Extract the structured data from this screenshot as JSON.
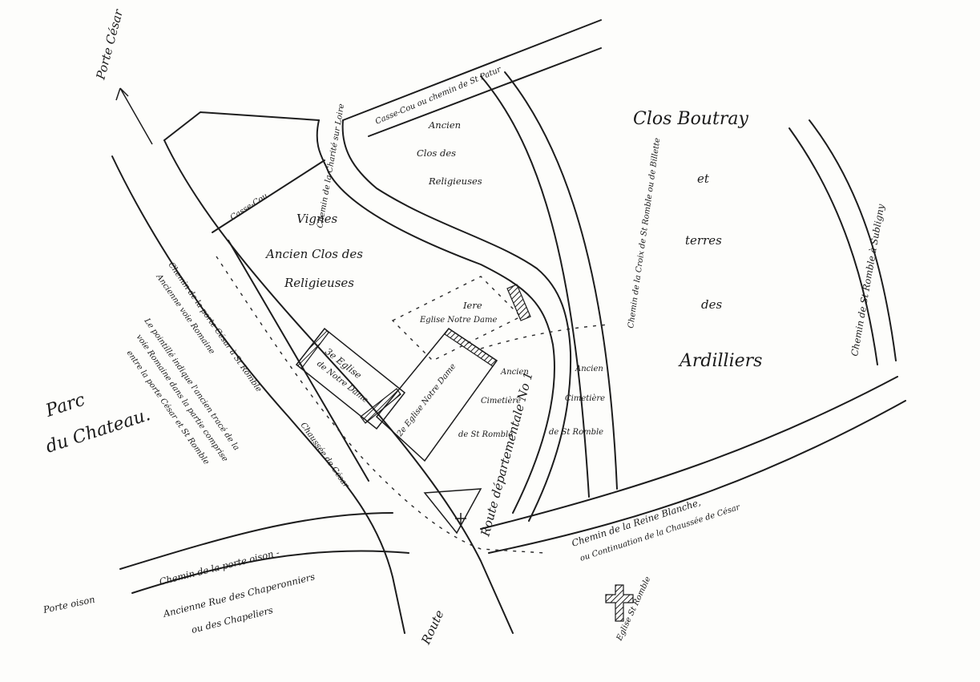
{
  "map": {
    "labels": {
      "porte_cesar": "Porte César",
      "chemin_st_patur": "Casse-Cou ou chemin de St Patur",
      "casse_cou": "Casse-Cou",
      "chemin_charite": "Chemin de la Charité sur Loire",
      "clos_boutray_1": "Clos Boutray",
      "clos_boutray_2": "et",
      "clos_boutray_3": "terres",
      "clos_boutray_4": "des",
      "clos_boutray_5": "Ardilliers",
      "ancien_clos_1": "Ancien",
      "ancien_clos_2": "Clos des",
      "ancien_clos_3": "Religieuses",
      "vignes_1": "Vignes",
      "vignes_2": "Ancien Clos des",
      "vignes_3": "Religieuses",
      "chemin_croix": "Chemin de la Croix de St Romble ou de Billette",
      "chemin_sublign": "Chemin de St Romble à Subligny",
      "route_dep": "Route départementale No 1",
      "eglise1_1": "Iere",
      "eglise1_2": "Eglise Notre Dame",
      "eglise3_1": "3e Eglise",
      "eglise3_2": "de Notre Dame",
      "eglise2": "2e Eglise Notre Dame",
      "cimetiere_a_1": "Ancien",
      "cimetiere_a_2": "Cimetière",
      "cimetiere_a_3": "de St Romble",
      "cimetiere_b_1": "Ancien",
      "cimetiere_b_2": "Cimetière",
      "cimetiere_b_3": "de St Romble",
      "chemin_porte_cesar": "Chemin de la porte César à St Romble",
      "ancienne_voie": "Ancienne voie Romaine",
      "chaussee_cesar": "Chaussée de César",
      "pointille_1": "Le pointillé indique l'ancien tracé de la",
      "pointille_2": "voie Romaine dans la partie comprise",
      "pointille_3": "entre la porte César et St Romble",
      "parc_1": "Parc",
      "parc_2": "du Chateau.",
      "reine_1": "Chemin de la Reine Blanche,",
      "reine_2": "ou Continuation de la Chaussée de César",
      "porte_oison": "Porte oison",
      "rue_chap_1": "Chemin de la porte oison -",
      "rue_chap_2": "Ancienne Rue des Chaperonniers",
      "rue_chap_3": "ou des Chapeliers",
      "route": "Route",
      "eglise_st_romble": "Eglise St Romble"
    }
  }
}
